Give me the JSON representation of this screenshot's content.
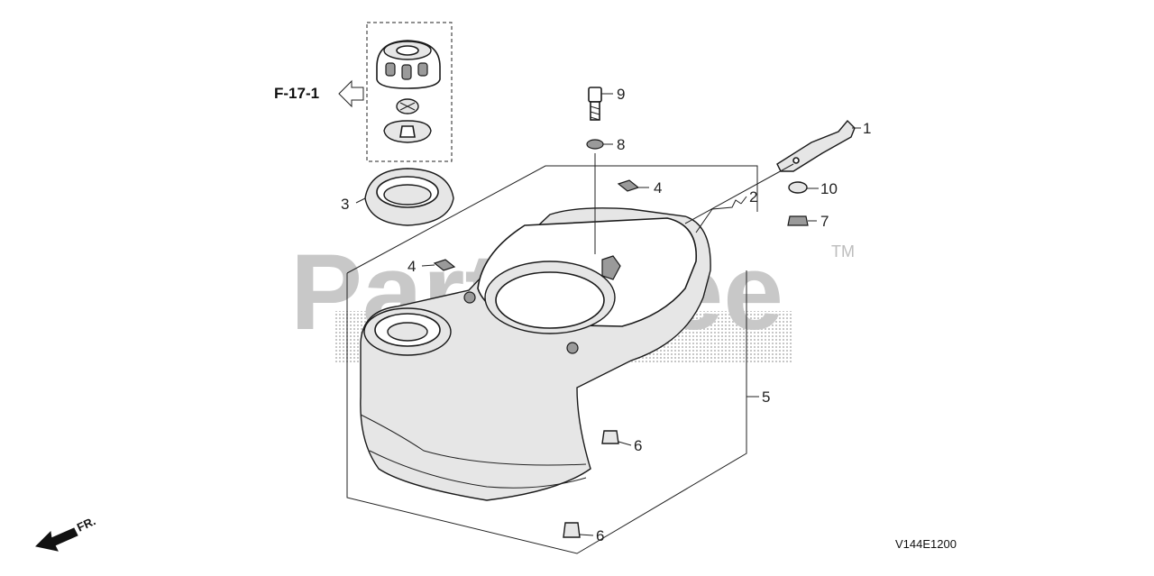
{
  "diagram": {
    "reference_code": "V144E1200",
    "cross_reference": "F-17-1",
    "front_indicator": "FR.",
    "watermark": "PartsTree",
    "trademark": "TM",
    "callouts": [
      "1",
      "2",
      "3",
      "4",
      "4",
      "5",
      "6",
      "6",
      "7",
      "8",
      "9",
      "10"
    ]
  }
}
